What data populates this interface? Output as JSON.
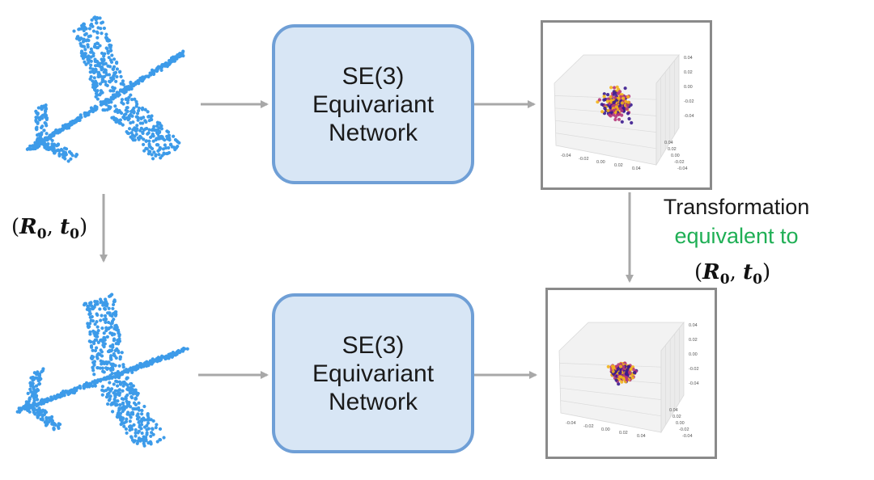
{
  "colors": {
    "airplane": "#3d9be9",
    "box_fill": "#d8e6f5",
    "box_border": "#6f9fd6",
    "arrow": "#a8a8a8",
    "highlight_text": "#1faf55",
    "scatter_purple": "#3b1b8f",
    "scatter_magenta": "#b5367a",
    "scatter_yellow": "#f3b41a"
  },
  "top_row": {
    "network_lines": [
      "SE(3)",
      "Equivariant",
      "Network"
    ]
  },
  "bottom_row": {
    "network_lines": [
      "SE(3)",
      "Equivariant",
      "Network"
    ]
  },
  "transform_label": {
    "R": "R",
    "t": "t",
    "subscript": "0"
  },
  "caption": {
    "line1": "Transformation",
    "line2": "equivalent to"
  },
  "plot_ticks": {
    "z": [
      "0.04",
      "0.02",
      "0.00",
      "-0.02",
      "-0.04"
    ],
    "x": [
      "-0.04",
      "-0.02",
      "0.00",
      "0.02",
      "0.04"
    ],
    "y": [
      "0.04",
      "0.02",
      "0.00",
      "-0.02",
      "-0.04"
    ]
  }
}
